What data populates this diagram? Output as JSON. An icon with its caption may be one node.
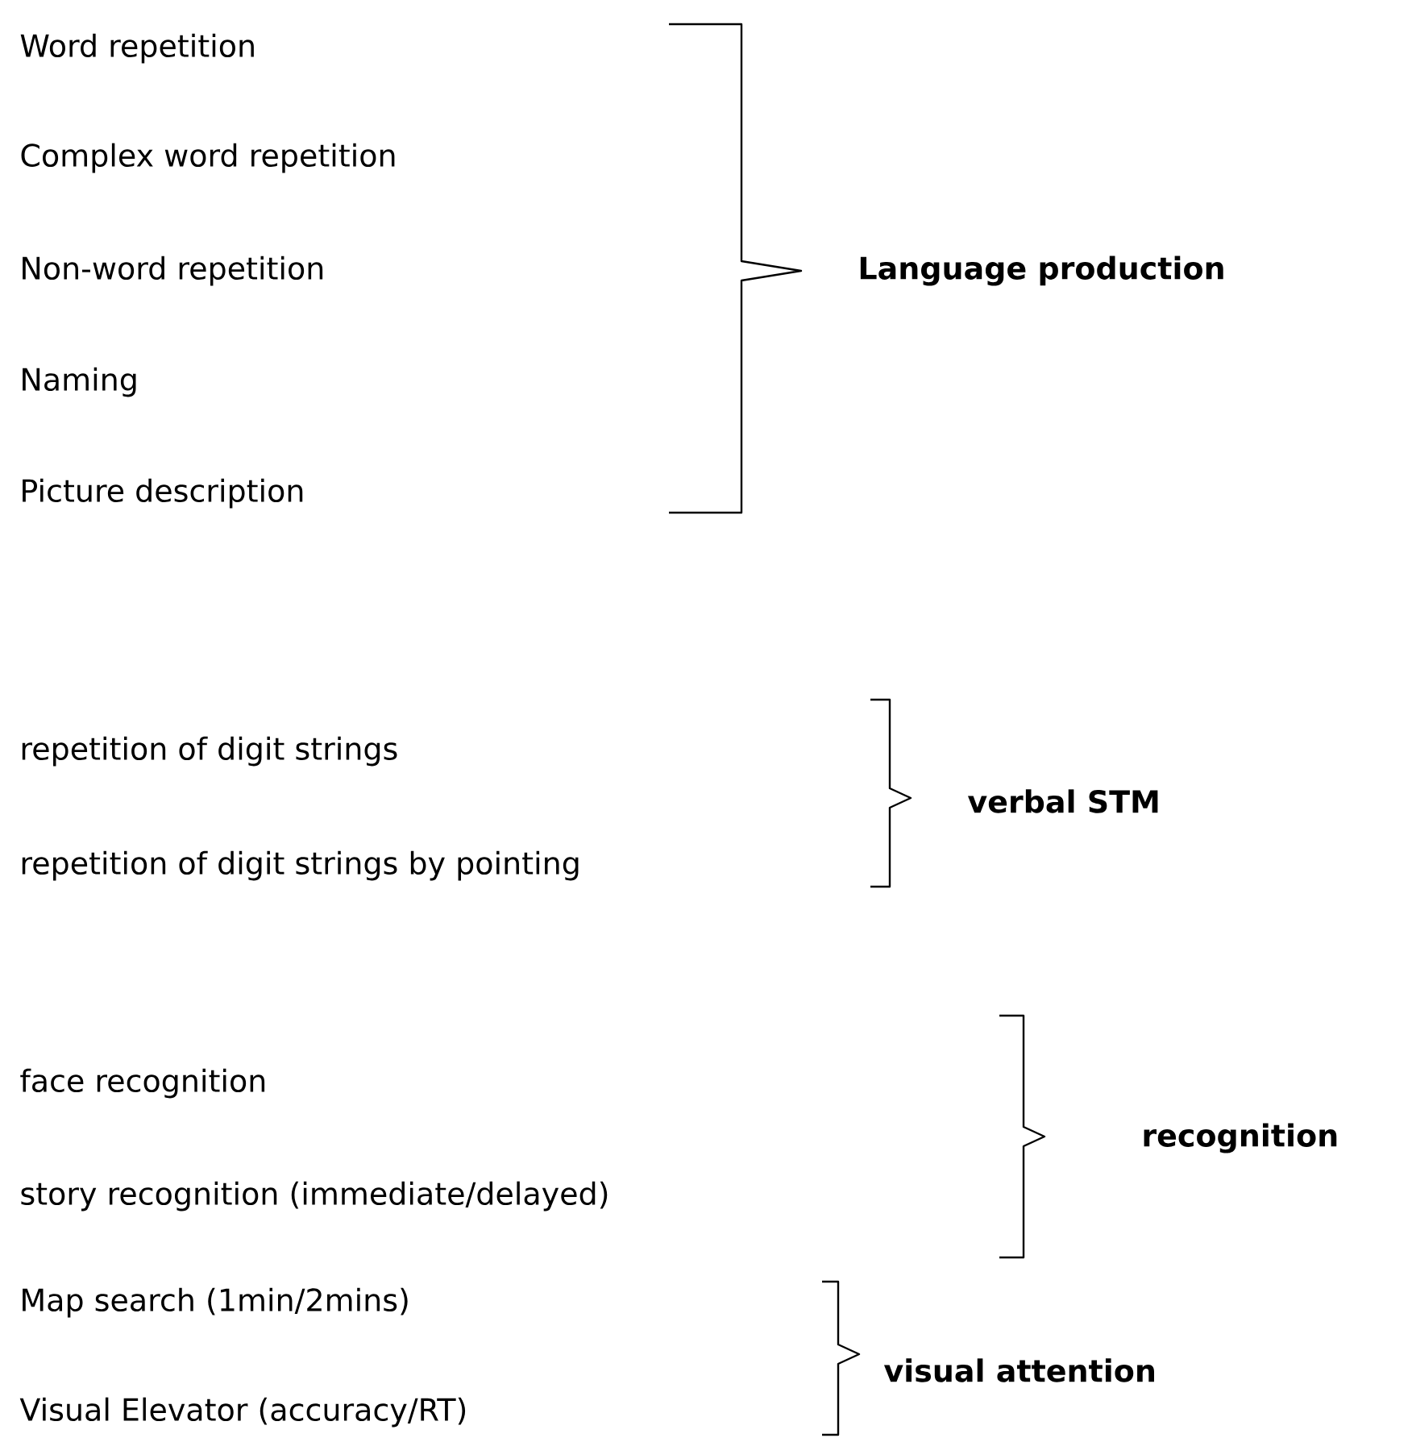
{
  "diagram": {
    "labels": [
      "Word repetition",
      "Complex word repetition",
      "Non-word repetition",
      "Naming",
      "Picture description",
      "Language production",
      "repetition of digit strings",
      "repetition of digit strings by pointing",
      "verbal STM",
      "face recognition",
      "story recognition (immediate/delayed)",
      "recognition",
      "Map search (1min/2mins)",
      "Visual Elevator (accuracy/RT)",
      "visual attention"
    ]
  }
}
